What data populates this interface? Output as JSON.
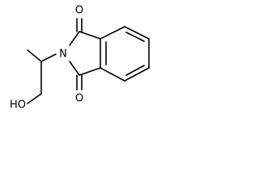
{
  "molecule": {
    "atoms": {
      "o_top": "O",
      "o_bottom": "O",
      "n": "N",
      "oh": "HO"
    }
  }
}
